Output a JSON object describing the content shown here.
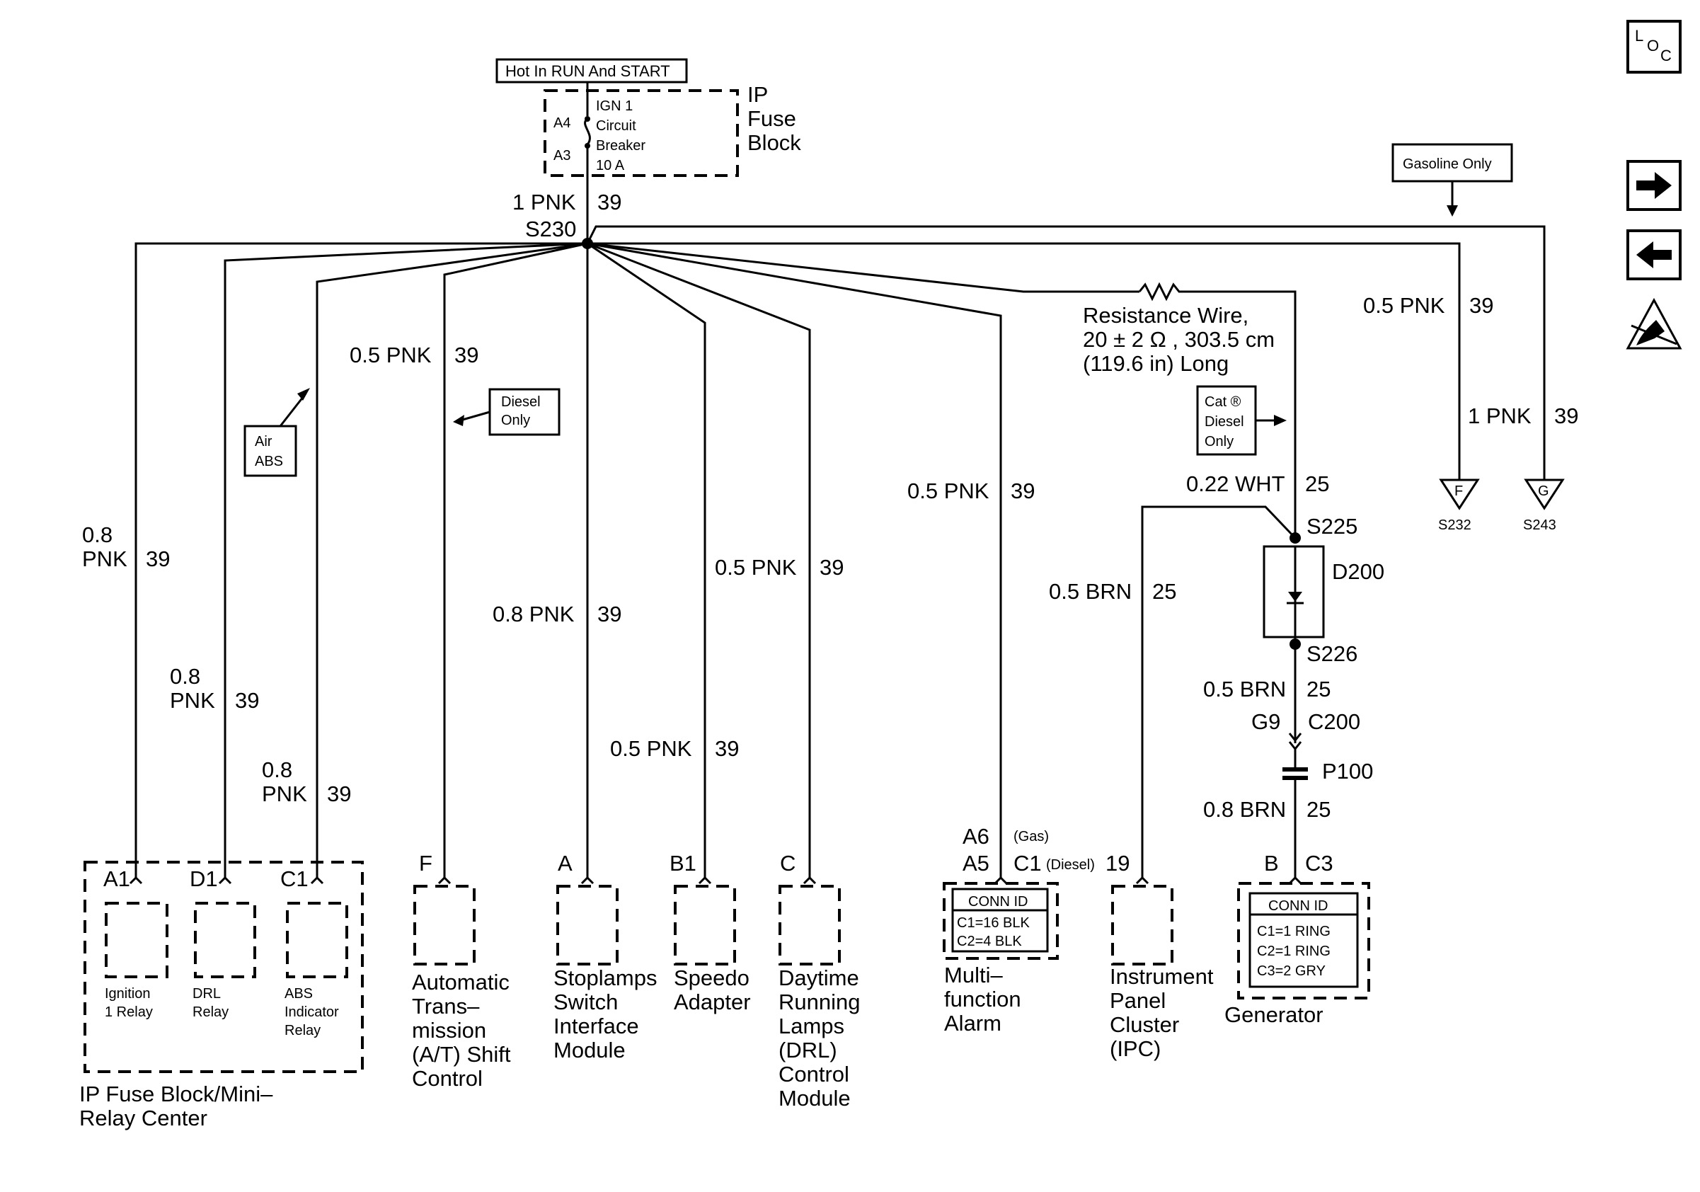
{
  "header": {
    "hot_in_run": "Hot In RUN And START",
    "fuse_pin_top": "A4",
    "fuse_pin_bottom": "A3",
    "breaker_label": [
      "IGN 1",
      "Circuit",
      "Breaker",
      "10 A"
    ],
    "fuse_block_label": [
      "IP",
      "Fuse",
      "Block"
    ],
    "main_wire": "1 PNK",
    "main_circuit": "39",
    "splice": "S230"
  },
  "nav": {
    "loc_icon": "loc-icon",
    "next_icon": "arrow-right-icon",
    "prev_icon": "arrow-left-icon",
    "esd_icon": "esd-warning-icon"
  },
  "notes": {
    "gasoline_only": "Gasoline Only",
    "diesel_only": [
      "Diesel",
      "Only"
    ],
    "air_abs": [
      "Air",
      "ABS"
    ],
    "cat_diesel_only": [
      "Cat ®",
      "Diesel",
      "Only"
    ]
  },
  "resistance_wire": [
    "Resistance Wire,",
    "20 ± 2 Ω , 303.5 cm",
    "(119.6 in) Long"
  ],
  "wires": {
    "ignition_relay": {
      "size": [
        "0.8",
        "PNK"
      ],
      "circuit": "39"
    },
    "drl_relay": {
      "size": [
        "0.8",
        "PNK"
      ],
      "circuit": "39"
    },
    "abs_relay": {
      "size": [
        "0.8",
        "PNK"
      ],
      "circuit": "39"
    },
    "at_shift": {
      "size": "0.5 PNK",
      "circuit": "39"
    },
    "stoplamps": {
      "size": "0.8 PNK",
      "circuit": "39"
    },
    "speedo": {
      "size": "0.5 PNK",
      "circuit": "39"
    },
    "drl_module": {
      "size": "0.5 PNK",
      "circuit": "39"
    },
    "alarm": {
      "size": "0.5 PNK",
      "circuit": "39"
    },
    "s232": {
      "size": "0.5 PNK",
      "circuit": "39"
    },
    "s243": {
      "size": "1 PNK",
      "circuit": "39"
    },
    "wht": {
      "size": "0.22 WHT",
      "circuit": "25"
    },
    "ipc_brn": {
      "size": "0.5 BRN",
      "circuit": "25"
    },
    "brn_mid": {
      "size": "0.5 BRN",
      "circuit": "25"
    },
    "brn_gen": {
      "size": "0.8 BRN",
      "circuit": "25"
    }
  },
  "splices": {
    "s225": "S225",
    "s226": "S226",
    "d200": "D200",
    "c200_pin": "G9",
    "c200": "C200",
    "p100": "P100"
  },
  "offpage": [
    {
      "letter": "F",
      "label": "S232"
    },
    {
      "letter": "G",
      "label": "S243"
    }
  ],
  "components": {
    "relay_center": {
      "pins": [
        "A1",
        "D1",
        "C1"
      ],
      "relays": [
        [
          "Ignition",
          "1 Relay"
        ],
        [
          "DRL",
          "Relay"
        ],
        [
          "ABS",
          "Indicator",
          "Relay"
        ]
      ],
      "label": [
        "IP Fuse  Block/Mini–",
        "Relay Center"
      ]
    },
    "at_shift": {
      "pin": "F",
      "label": [
        "Automatic",
        "Trans–",
        "mission",
        "(A/T) Shift",
        "Control"
      ]
    },
    "stoplamps": {
      "pin": "A",
      "label": [
        "Stoplamps",
        "Switch",
        "Interface",
        "Module"
      ]
    },
    "speedo": {
      "pin": "B1",
      "label": [
        "Speedo",
        "Adapter"
      ]
    },
    "drl": {
      "pin": "C",
      "label": [
        "Daytime",
        "Running",
        "Lamps",
        "(DRL)",
        "Control",
        "Module"
      ]
    },
    "alarm": {
      "pin_gas": "A6",
      "gas": "(Gas)",
      "pin_diesel": "A5",
      "conn": "C1",
      "diesel": "(Diesel)",
      "conn_id": [
        "CONN ID",
        "C1=16 BLK",
        "C2=4 BLK"
      ],
      "label": [
        "Multi–",
        "function",
        "Alarm"
      ]
    },
    "ipc": {
      "pin": "19",
      "label": [
        "Instrument",
        "Panel",
        "Cluster",
        "(IPC)"
      ]
    },
    "generator": {
      "pin": "B",
      "conn": "C3",
      "conn_id": [
        "CONN ID",
        "C1=1 RING",
        "C2=1 RING",
        "C3=2 GRY"
      ],
      "label": [
        "Generator"
      ]
    }
  }
}
